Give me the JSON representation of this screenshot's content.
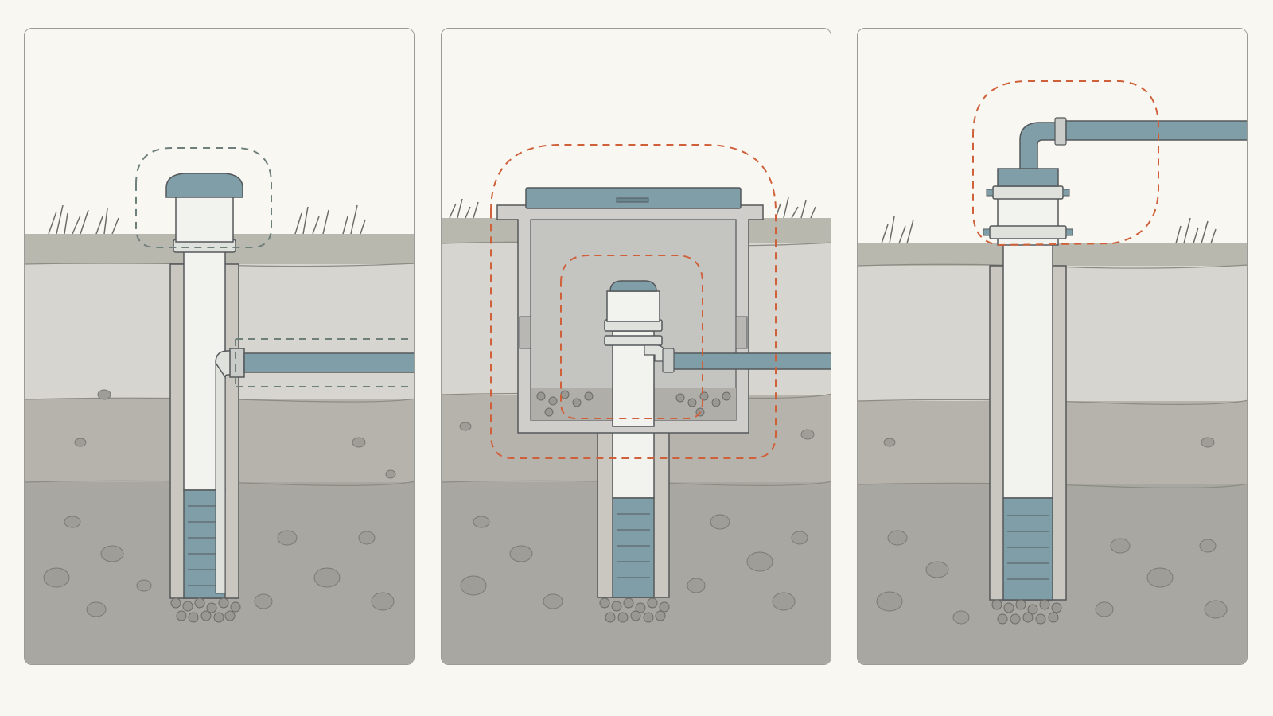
{
  "figure": {
    "panels": [
      {
        "id": "panel-1",
        "variant": "pitless-adapter-capped-casing"
      },
      {
        "id": "panel-2",
        "variant": "well-pit-vault"
      },
      {
        "id": "panel-3",
        "variant": "flanged-wellhead-above-grade"
      }
    ],
    "colors": {
      "background": "#f8f7f2",
      "sky": "#f8f7f2",
      "topsoil": "#b9b8ae",
      "upper_layer": "#d7d5cf",
      "middle_layer": "#b6b3ac",
      "lower_layer": "#a9a7a2",
      "pipe_blue": "#7f9ea8",
      "pipe_white": "#f2f2ee",
      "highlight_gray": "#6f7f7c",
      "highlight_orange": "#d0603a",
      "outline": "#55585a"
    }
  }
}
